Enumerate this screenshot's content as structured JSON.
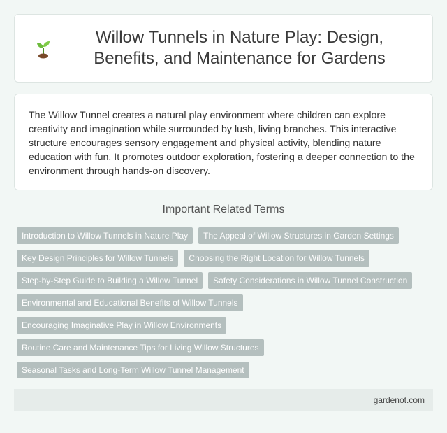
{
  "header": {
    "logo_icon": "seedling-icon",
    "title": "Willow Tunnels in Nature Play: Design, Benefits, and Maintenance for Gardens"
  },
  "summary": {
    "text": "The Willow Tunnel creates a natural play environment where children can explore creativity and imagination while surrounded by lush, living branches. This interactive structure encourages sensory engagement and physical activity, blending nature education with fun. It promotes outdoor exploration, fostering a deeper connection to the environment through hands-on discovery."
  },
  "related": {
    "heading": "Important Related Terms",
    "tags": [
      "Introduction to Willow Tunnels in Nature Play",
      "The Appeal of Willow Structures in Garden Settings",
      "Key Design Principles for Willow Tunnels",
      "Choosing the Right Location for Willow Tunnels",
      "Step-by-Step Guide to Building a Willow Tunnel",
      "Safety Considerations in Willow Tunnel Construction",
      "Environmental and Educational Benefits of Willow Tunnels",
      "Encouraging Imaginative Play in Willow Environments",
      "Routine Care and Maintenance Tips for Living Willow Structures",
      "Seasonal Tasks and Long-Term Willow Tunnel Management"
    ]
  },
  "footer": {
    "site": "gardenot.com"
  },
  "colors": {
    "background": "#f2f7f5",
    "tag_background": "#b4bfbe",
    "footer_background": "#e6ecea",
    "leaf_green": "#6dbb3c",
    "soil_brown": "#7a4a2a"
  }
}
